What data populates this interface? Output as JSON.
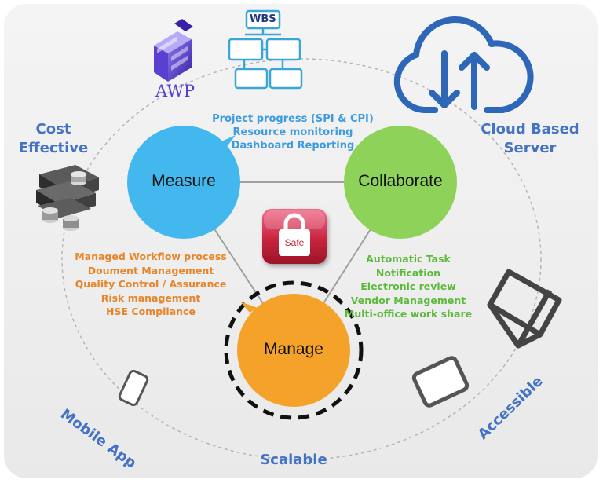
{
  "colors": {
    "measure": "#42b8ee",
    "collaborate": "#8ed25a",
    "manage": "#f5a22b",
    "side_label": "#4472c4",
    "measure_list": "#3d9be0",
    "manage_list": "#e8852a",
    "collaborate_list": "#5dba3c",
    "safe": "#c8253f"
  },
  "icons": {
    "awp_logo": "awp-logo-icon",
    "wbs": "wbs-chart-icon",
    "cloud": "cloud-sync-icon",
    "money": "money-stack-icon",
    "safe": "lock-icon",
    "phone": "phone-icon",
    "laptop": "laptop-icon",
    "tablet": "tablet-icon"
  },
  "logos": {
    "awp_text": "AWP",
    "wbs_text": "WBS",
    "safe_text": "Safe"
  },
  "circles": {
    "measure": "Measure",
    "collaborate": "Collaborate",
    "manage": "Manage"
  },
  "side_labels": {
    "cost_effective": [
      "Cost",
      "Effective"
    ],
    "cloud_server": [
      "Cloud Based",
      "Server"
    ],
    "mobile_app": "Mobile App",
    "accessible": "Accessible",
    "scalable": "Scalable"
  },
  "measure_list": [
    "Project progress (SPI & CPI)",
    "Resource monitoring",
    "Dashboard Reporting"
  ],
  "manage_list": [
    "Managed Workflow process",
    "Doument Management",
    "Quality Control / Assurance",
    "Risk management",
    "HSE Compliance"
  ],
  "collaborate_list": [
    "Automatic Task",
    "Notification",
    "Electronic review",
    "Vendor Management",
    "Multi-office work share"
  ]
}
